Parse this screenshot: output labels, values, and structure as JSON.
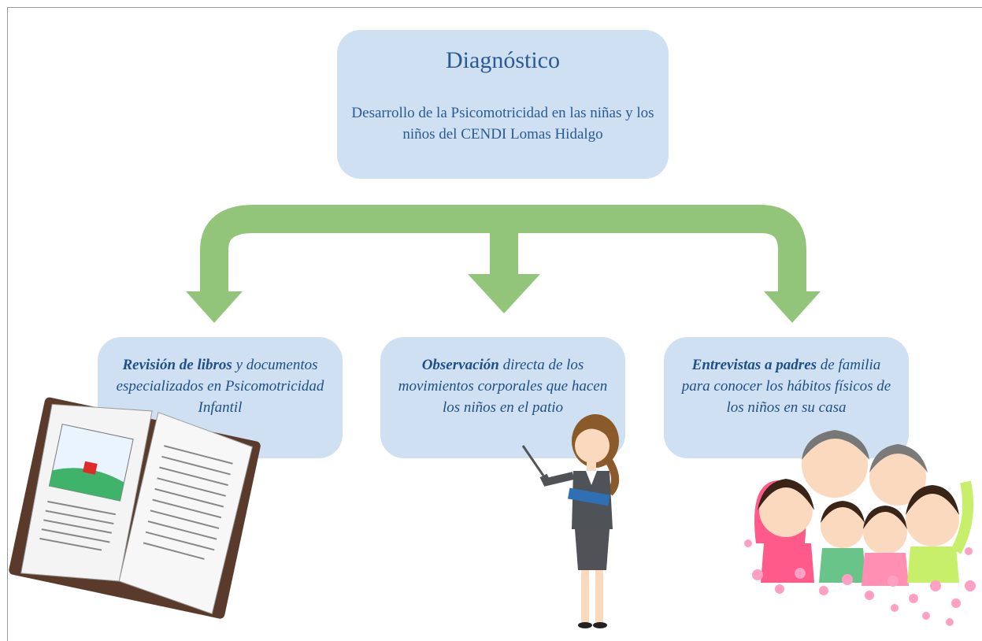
{
  "diagram": {
    "top": {
      "title": "Diagnóstico",
      "subtitle": "Desarrollo de la  Psicomotricidad en las niñas y los niños del CENDI Lomas Hidalgo"
    },
    "boxes": [
      {
        "bold": "Revisión de libros",
        "rest": " y documentos especializados en Psicomotricidad Infantil"
      },
      {
        "bold": "Observación",
        "rest": " directa de los movimientos corporales que hacen los niños en el patio"
      },
      {
        "bold": "Entrevistas a padres",
        "rest": " de familia para conocer los hábitos físicos de los niños en su casa"
      }
    ],
    "colors": {
      "box_fill": "#cfe0f2",
      "text": "#1e4f86",
      "arrow": "#92c57a"
    },
    "illustrations": [
      "open-book",
      "teacher-with-pointer",
      "family-group"
    ]
  }
}
